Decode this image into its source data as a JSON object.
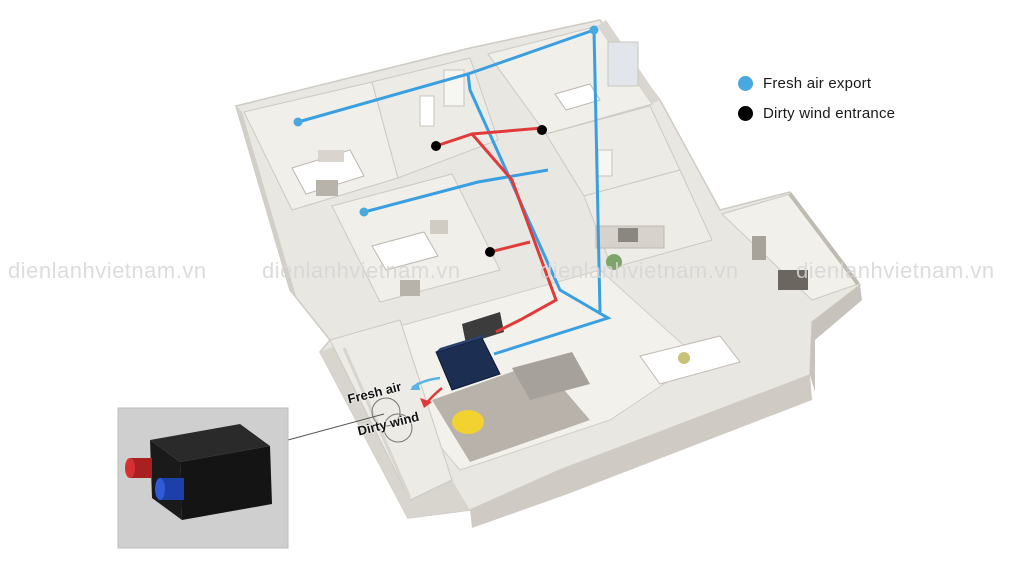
{
  "legend": {
    "fresh_air_label": "Fresh air export",
    "dirty_wind_label": "Dirty wind entrance",
    "fresh_air_color": "#4aa8e0",
    "dirty_wind_color": "#000000"
  },
  "callouts": {
    "fresh_air": "Fresh air",
    "dirty_wind": "Dirty wind"
  },
  "watermark": "dienlanhvietnam.vn",
  "colors": {
    "fresh_duct": "#3a9fe0",
    "dirty_duct": "#e03a3a",
    "unit_body": "#1c2e52"
  }
}
